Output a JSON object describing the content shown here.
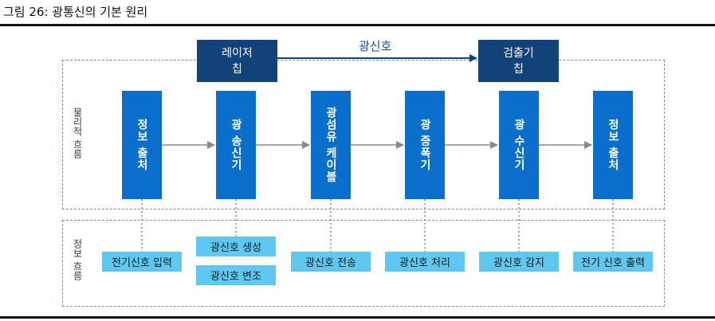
{
  "figure_title": "그림 26: 광통신의 기본 원리",
  "chips": {
    "laser": "레이저\n칩",
    "detector": "검출기\n칩"
  },
  "signal_label": "광신호",
  "physical_flow_label": "물리적 흐름",
  "info_flow_label": "정보 흐름",
  "stages": [
    "정보 출처",
    "광 송신기",
    "광섬유 케이블",
    "광 증폭기",
    "광 수신기",
    "정보 출처"
  ],
  "info_boxes": {
    "input": "전기신호 입력",
    "generate": "광신호 생성",
    "modulate": "광신호 변조",
    "transmit": "광신호 전송",
    "process": "광신호 처리",
    "detect": "광신호 감지",
    "output": "전기 신호 출력"
  },
  "colors": {
    "chip": "#12427a",
    "stage": "#0a6fcc",
    "info_box": "#5ec8f0",
    "dashed_border": "#7d8aa6"
  }
}
